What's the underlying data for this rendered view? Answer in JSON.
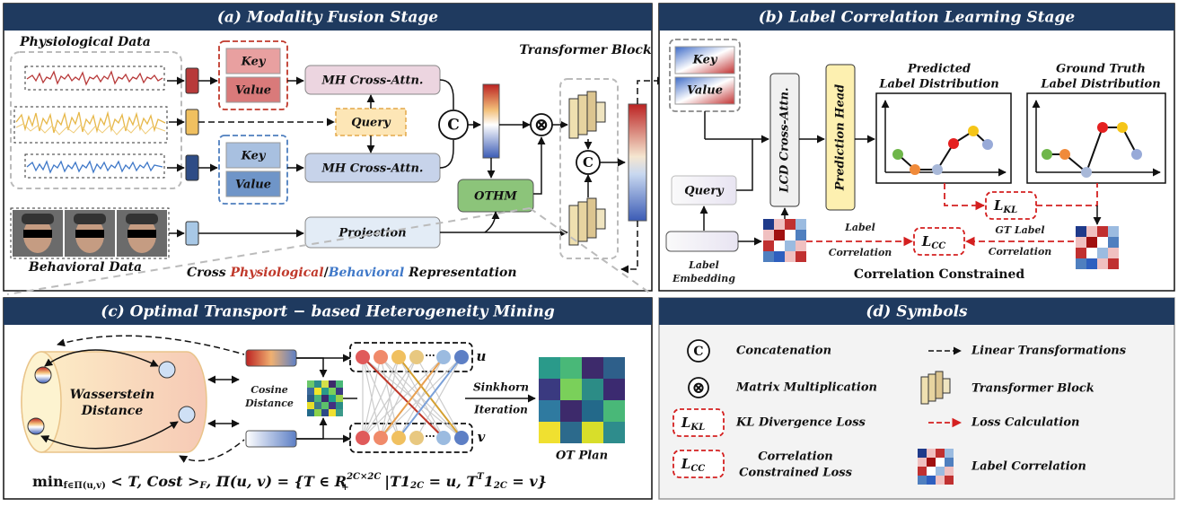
{
  "panel_a": {
    "title": "(a) Modality Fusion Stage",
    "physiological_label": "Physiological Data",
    "behavioral_label": "Behavioral Data",
    "key_top": "Key",
    "value_top": "Value",
    "key_bottom": "Key",
    "value_bottom": "Value",
    "query": "Query",
    "cross_attn_top": "MH Cross-Attn.",
    "cross_attn_bottom": "MH Cross-Attn.",
    "projection": "Projection",
    "othm": "OTHM",
    "transformer_block": "Transformer Block",
    "concat_symbol": "C",
    "matmul_symbol": "⊗",
    "rep_cross": "Cross",
    "rep_phys": "Physiological",
    "rep_slash": "/",
    "rep_beh": "Behavioral",
    "rep_repr": "Representation"
  },
  "panel_b": {
    "title": "(b) Label Correlation Learning Stage",
    "key": "Key",
    "value": "Value",
    "query": "Query",
    "lcd": "LCD Cross-Attn.",
    "pred_head": "Prediction Head",
    "pred_dist_1": "Predicted",
    "pred_dist_2": "Label Distribution",
    "gt_dist_1": "Ground Truth",
    "gt_dist_2": "Label Distribution",
    "l_kl": "L",
    "l_kl_sub": "KL",
    "l_cc": "L",
    "l_cc_sub": "CC",
    "label_corr_1": "Label",
    "label_corr_2": "Correlation",
    "gt_corr_1": "GT Label",
    "gt_corr_2": "Correlation",
    "label_emb_1": "Label",
    "label_emb_2": "Embedding",
    "corr_constrained": "Correlation Constrained"
  },
  "panel_c": {
    "title": "(c) Optimal Transport − based Heterogeneity Mining",
    "wasserstein_1": "Wasserstein",
    "wasserstein_2": "Distance",
    "cosine_1": "Cosine",
    "cosine_2": "Distance",
    "sinkhorn_1": "Sinkhorn",
    "sinkhorn_2": "Iteration",
    "ot_plan": "OT Plan",
    "u": "u",
    "v": "v",
    "dots": "···",
    "formula": "min",
    "formula_sub": "f∈Π(u,v)",
    "formula_rest": " < T, Cost >",
    "formula_F": "F",
    "formula_2": ", Π(u, v) = {T ∈ R",
    "formula_sup": "2C×2C",
    "formula_sub2": "+",
    "formula_3": " |T1",
    "formula_sub3": "2C",
    "formula_4": " = u, T",
    "formula_sup4": "T",
    "formula_5": "1",
    "formula_sub5": "2C",
    "formula_6": " = v}"
  },
  "panel_d": {
    "title": "(d) Symbols",
    "concat": "Concatenation",
    "linear": "Linear Transformations",
    "matmul": "Matrix Multiplication",
    "transformer": "Transformer Block",
    "kl_sym": "L",
    "kl_sym_sub": "KL",
    "kl": "KL Divergence Loss",
    "loss_calc": "Loss Calculation",
    "cc_sym": "L",
    "cc_sym_sub": "CC",
    "cc_1": "Correlation",
    "cc_2": "Constrained Loss",
    "label_corr": "Label Correlation",
    "concat_symbol": "C",
    "matmul_symbol": "⊗"
  },
  "colors": {
    "header": "#1f3a5f",
    "red": "#b83a3a",
    "blue": "#4f7fbf",
    "orange": "#f0c060",
    "key_red": "#e8a0a0",
    "value_red": "#d97a7a",
    "key_blue": "#a8c0e0",
    "value_blue": "#6f95c8",
    "query": "#fde6b6",
    "proj": "#e3ecf6",
    "othm": "#8cc47a",
    "dash_red": "#d42020"
  }
}
